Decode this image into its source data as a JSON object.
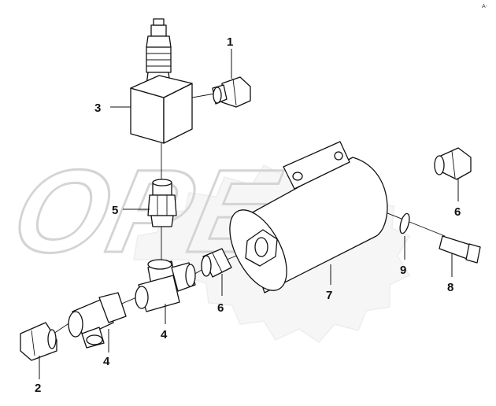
{
  "watermark": {
    "text": "OPEX"
  },
  "corner_mark": "A-",
  "callouts": [
    {
      "id": "callout-1",
      "label": "1"
    },
    {
      "id": "callout-2",
      "label": "2"
    },
    {
      "id": "callout-3",
      "label": "3"
    },
    {
      "id": "callout-4-left",
      "label": "4"
    },
    {
      "id": "callout-4-center",
      "label": "4"
    },
    {
      "id": "callout-5",
      "label": "5"
    },
    {
      "id": "callout-6-center",
      "label": "6"
    },
    {
      "id": "callout-6-right",
      "label": "6"
    },
    {
      "id": "callout-7",
      "label": "7"
    },
    {
      "id": "callout-8",
      "label": "8"
    },
    {
      "id": "callout-9",
      "label": "9"
    }
  ],
  "parts": [
    {
      "name": "switch-block",
      "callout": "3"
    },
    {
      "name": "elbow-fitting",
      "callout": "1"
    },
    {
      "name": "union-nut",
      "callout": "5"
    },
    {
      "name": "tee-fitting",
      "callout": "4"
    },
    {
      "name": "swivel-elbow",
      "callout": "4"
    },
    {
      "name": "cap-nut",
      "callout": "2"
    },
    {
      "name": "adapter-fitting",
      "callout": "6"
    },
    {
      "name": "canister",
      "callout": "7"
    },
    {
      "name": "bolt",
      "callout": "8"
    },
    {
      "name": "washer",
      "callout": "9"
    }
  ]
}
